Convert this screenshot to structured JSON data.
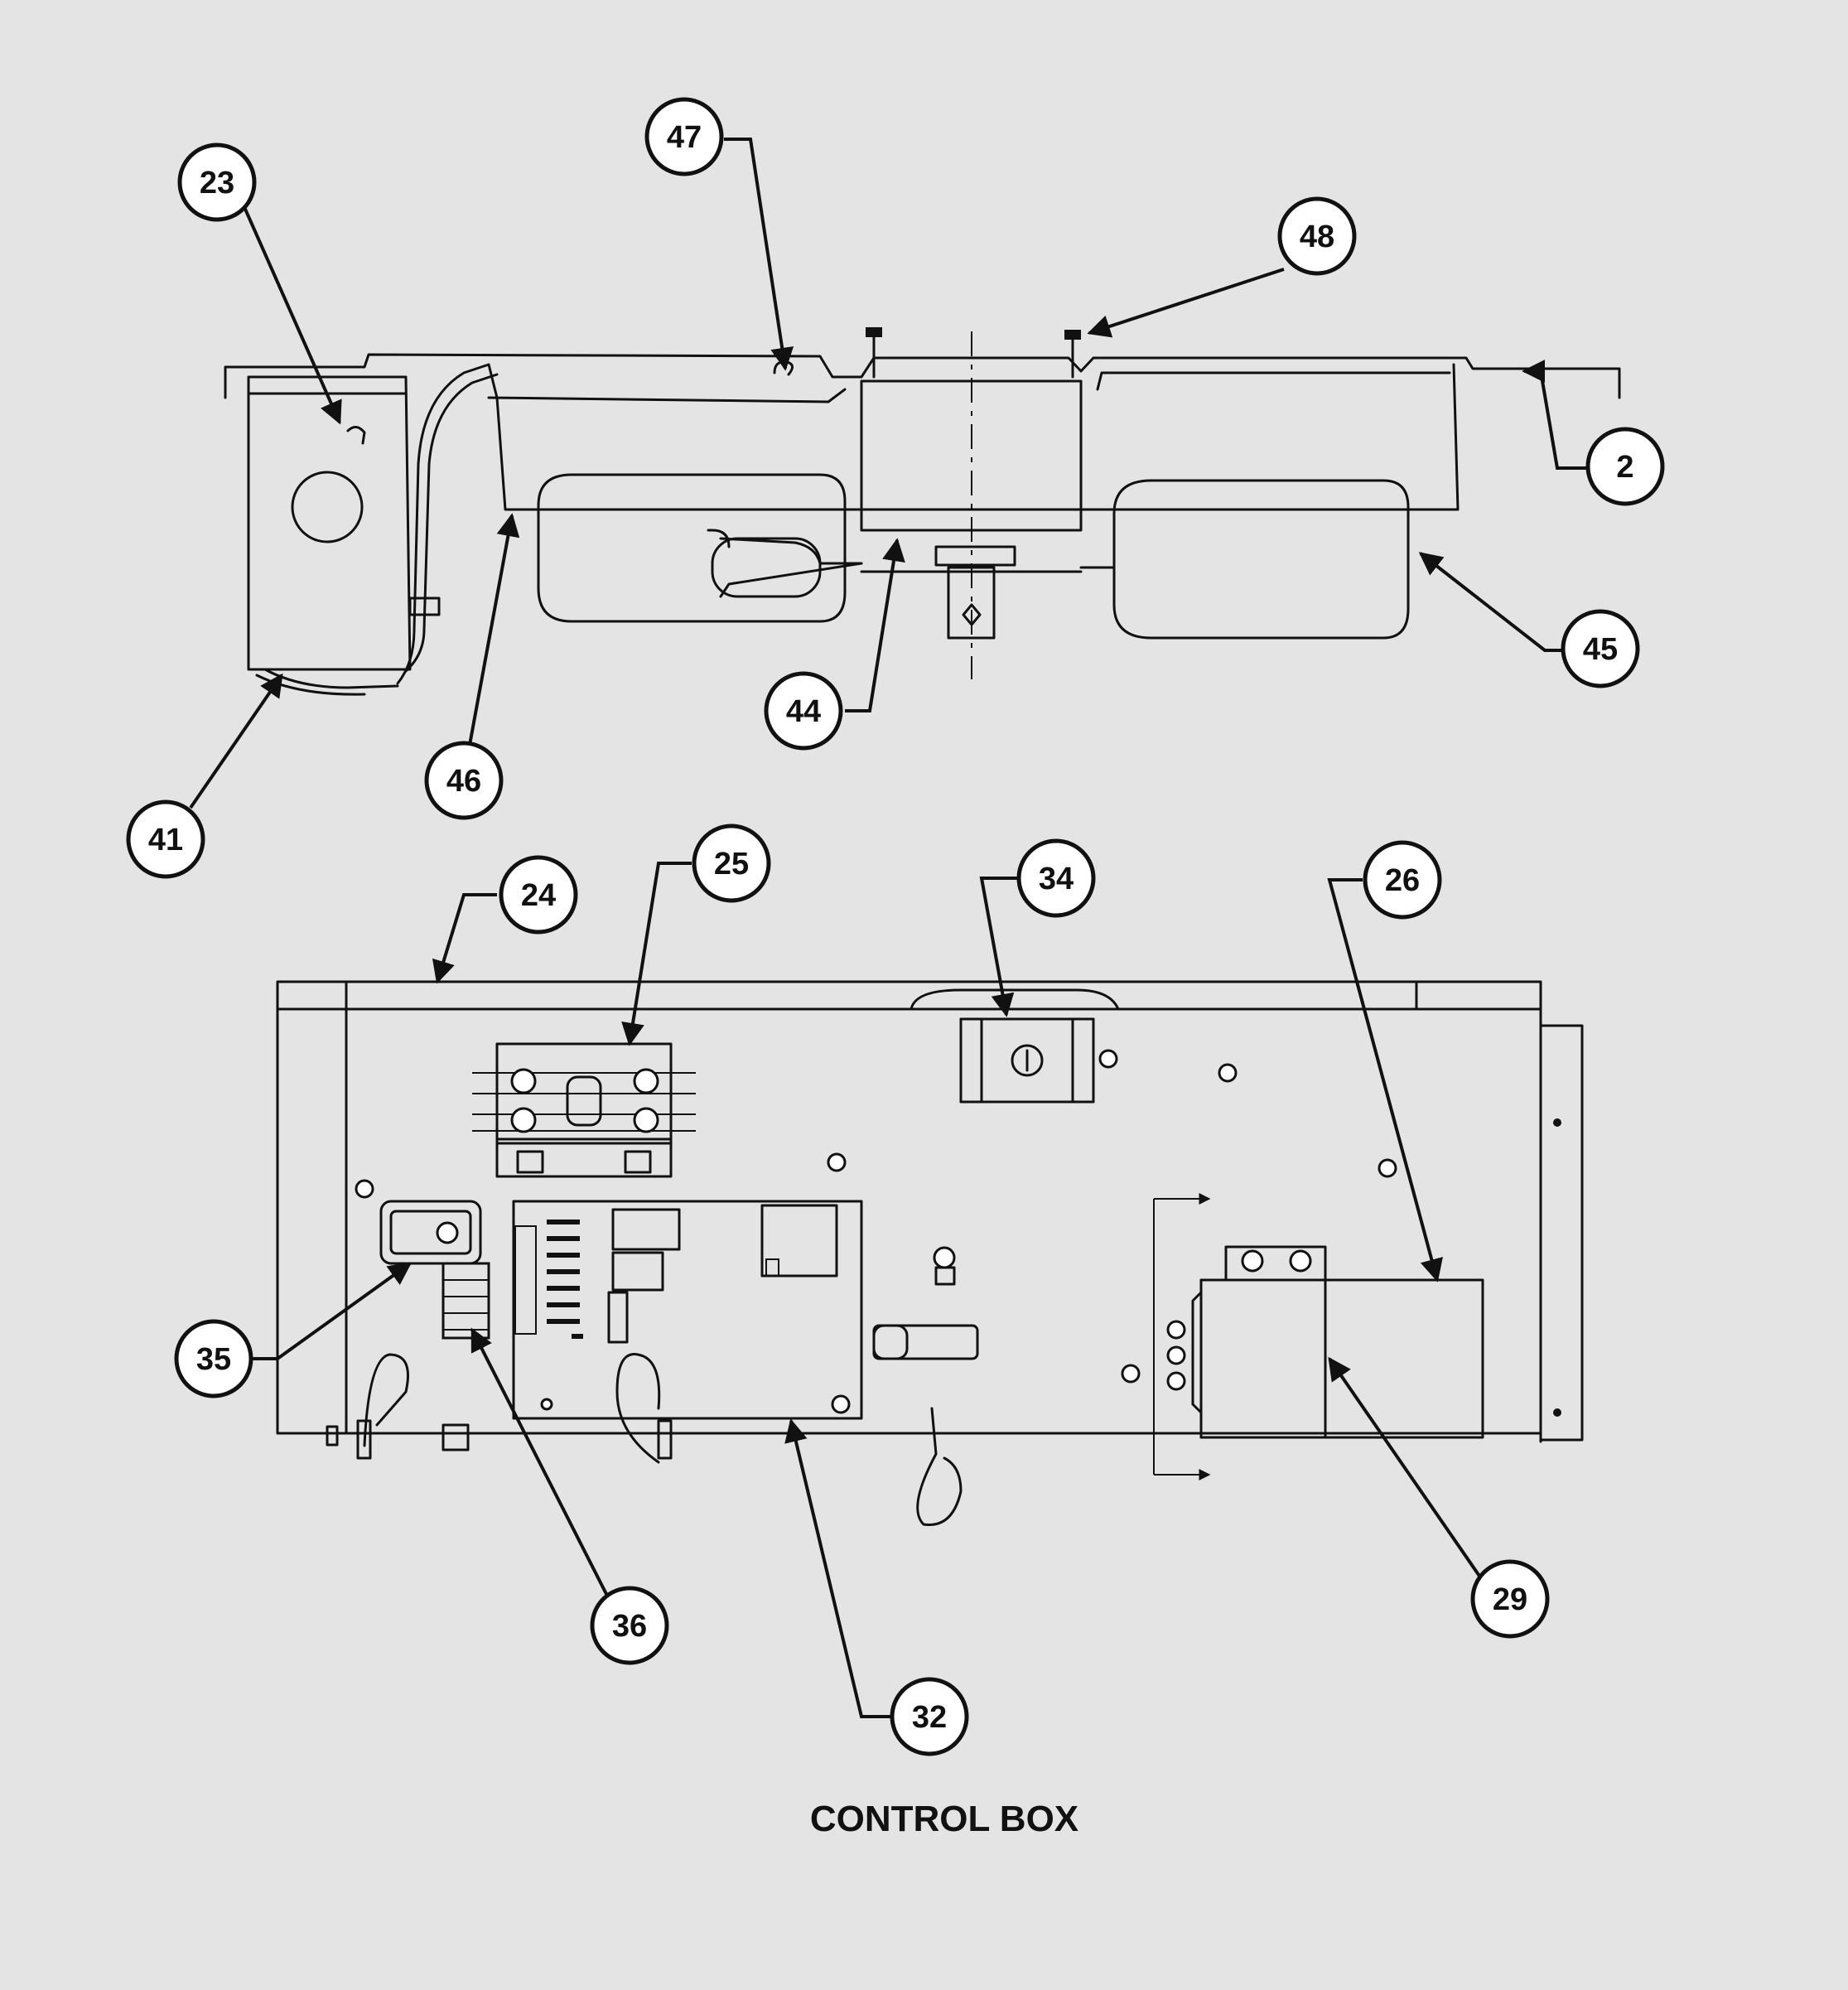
{
  "diagram": {
    "title": "CONTROL BOX",
    "callouts": [
      {
        "id": "c23",
        "label": "23"
      },
      {
        "id": "c47",
        "label": "47"
      },
      {
        "id": "c48",
        "label": "48"
      },
      {
        "id": "c2",
        "label": "2"
      },
      {
        "id": "c45",
        "label": "45"
      },
      {
        "id": "c44",
        "label": "44"
      },
      {
        "id": "c46",
        "label": "46"
      },
      {
        "id": "c41",
        "label": "41"
      },
      {
        "id": "c24",
        "label": "24"
      },
      {
        "id": "c25",
        "label": "25"
      },
      {
        "id": "c34",
        "label": "34"
      },
      {
        "id": "c26",
        "label": "26"
      },
      {
        "id": "c35",
        "label": "35"
      },
      {
        "id": "c36",
        "label": "36"
      },
      {
        "id": "c32",
        "label": "32"
      },
      {
        "id": "c29",
        "label": "29"
      }
    ]
  }
}
